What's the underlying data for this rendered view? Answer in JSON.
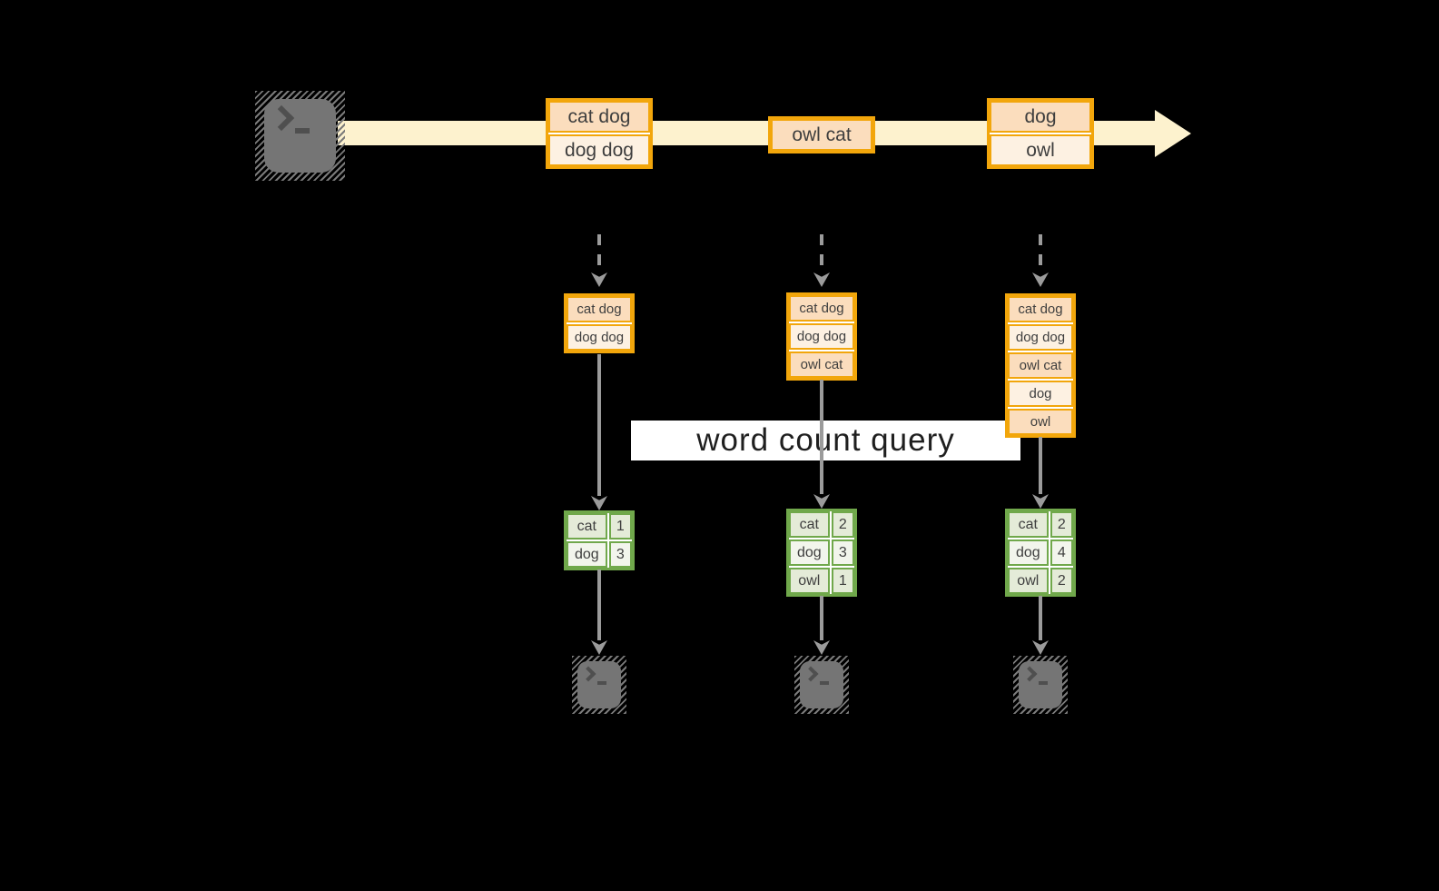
{
  "background": "#000000",
  "colors": {
    "stream_band": "#FDF2CE",
    "message_border": "#F2A60B",
    "message_fill_dark": "#FBDDBD",
    "message_fill_light": "#FDF1E2",
    "table_border": "#70A84B",
    "table_fill_dark": "#E4EBD8",
    "table_fill_light": "#F2F5EC",
    "arrow": "#9B9B9B",
    "terminal": "#757575",
    "banner_background": "#FFFFFF",
    "text": "#3E3E3E"
  },
  "source": {
    "icon": "terminal-icon"
  },
  "stream": {
    "messages": [
      {
        "lines": [
          "cat dog",
          "dog dog"
        ]
      },
      {
        "lines": [
          "owl cat"
        ]
      },
      {
        "lines": [
          "dog",
          "owl"
        ]
      }
    ]
  },
  "query_banner": {
    "label": "word count query"
  },
  "columns": [
    {
      "buffered_messages": [
        "cat dog",
        "dog dog"
      ],
      "word_counts": [
        {
          "word": "cat",
          "count": "1"
        },
        {
          "word": "dog",
          "count": "3"
        }
      ],
      "sink_icon": "terminal-icon"
    },
    {
      "buffered_messages": [
        "cat dog",
        "dog dog",
        "owl cat"
      ],
      "word_counts": [
        {
          "word": "cat",
          "count": "2"
        },
        {
          "word": "dog",
          "count": "3"
        },
        {
          "word": "owl",
          "count": "1"
        }
      ],
      "sink_icon": "terminal-icon"
    },
    {
      "buffered_messages": [
        "cat dog",
        "dog dog",
        "owl cat",
        "dog",
        "owl"
      ],
      "word_counts": [
        {
          "word": "cat",
          "count": "2"
        },
        {
          "word": "dog",
          "count": "4"
        },
        {
          "word": "owl",
          "count": "2"
        }
      ],
      "sink_icon": "terminal-icon"
    }
  ]
}
